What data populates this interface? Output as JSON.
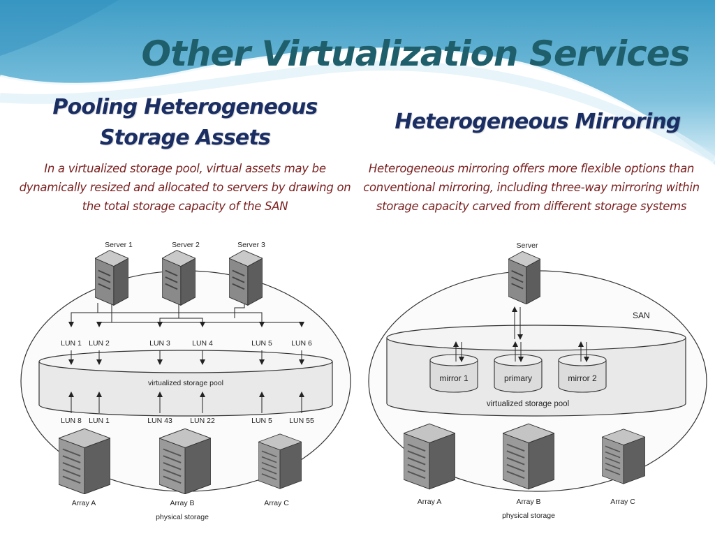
{
  "slide": {
    "title": "Other Virtualization Services"
  },
  "left": {
    "heading_line1": "Pooling Heterogeneous",
    "heading_line2": "Storage Assets",
    "description": "In a virtualized storage pool, virtual assets may be dynamically resized and allocated to servers by drawing on the total storage capacity of the SAN",
    "diagram": {
      "servers": [
        "Server 1",
        "Server 2",
        "Server 3"
      ],
      "virtual_luns": [
        "LUN 1",
        "LUN 2",
        "LUN 3",
        "LUN 4",
        "LUN 5",
        "LUN 6"
      ],
      "pool_label": "virtualized storage pool",
      "physical_luns": [
        "LUN 8",
        "LUN 1",
        "LUN 43",
        "LUN 22",
        "LUN 5",
        "LUN 55"
      ],
      "arrays": [
        "Array A",
        "Array B",
        "Array C"
      ],
      "physical_label": "physical storage"
    }
  },
  "right": {
    "heading": "Heterogeneous Mirroring",
    "description": "Heterogeneous mirroring offers more flexible options than conventional mirroring, including three-way mirroring within storage capacity carved from different storage systems",
    "diagram": {
      "server": "Server",
      "san_label": "SAN",
      "volumes": [
        "mirror 1",
        "primary",
        "mirror 2"
      ],
      "pool_label": "virtualized storage pool",
      "arrays": [
        "Array A",
        "Array B",
        "Array C"
      ],
      "physical_label": "physical storage"
    }
  },
  "colors": {
    "title": "#1f5f6b",
    "heading": "#1a2e63",
    "description": "#7a1f1f",
    "background_wave": "#4aa3c8"
  },
  "icons": [
    "server-tower-icon",
    "storage-array-icon"
  ]
}
